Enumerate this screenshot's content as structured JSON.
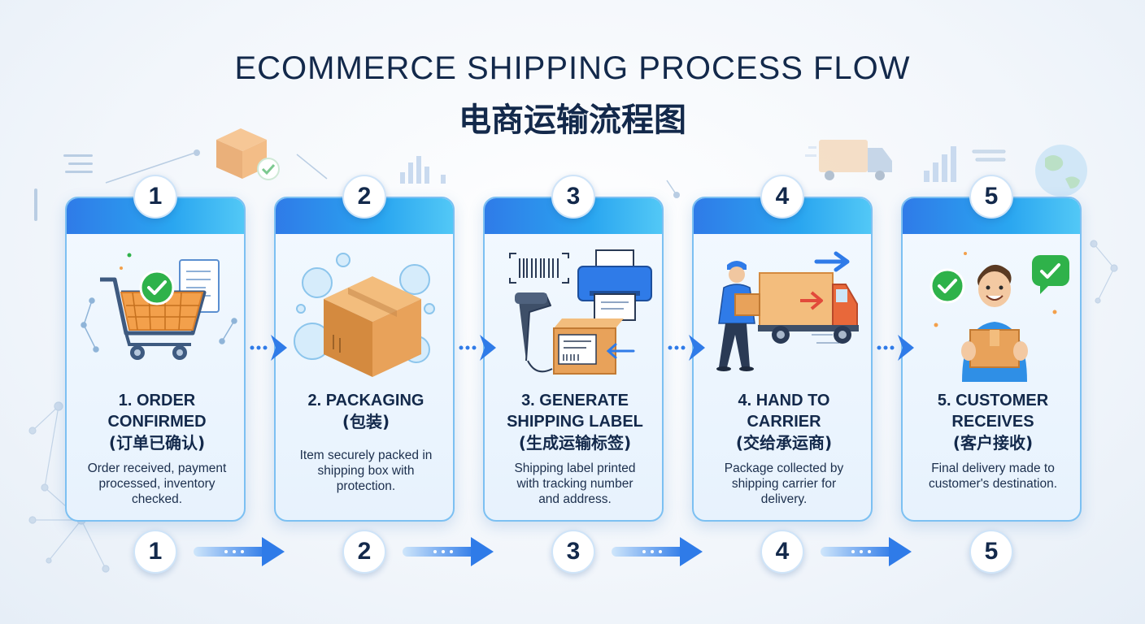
{
  "title_en": "ECOMMERCE SHIPPING PROCESS FLOW",
  "title_zh": "电商运输流程图",
  "colors": {
    "primary_blue": "#2f7be8",
    "light_blue": "#52c8f6",
    "navy": "#13294b",
    "check_green": "#2fb24a",
    "box_orange": "#e6a05a"
  },
  "steps": [
    {
      "number": "1",
      "heading_lines": [
        "1. ORDER",
        "CONFIRMED"
      ],
      "subtitle": "(订单已确认)",
      "description_lines": [
        "Order received, payment",
        "processed, inventory",
        "checked."
      ],
      "icon": "shopping-cart-check-icon"
    },
    {
      "number": "2",
      "heading_lines": [
        "2. PACKAGING"
      ],
      "subtitle": "(包装)",
      "description_lines": [
        "Item securely packed in",
        "shipping box with",
        "protection."
      ],
      "icon": "cardboard-box-bubbles-icon"
    },
    {
      "number": "3",
      "heading_lines": [
        "3. GENERATE",
        "SHIPPING LABEL"
      ],
      "subtitle": "(生成运输标签)",
      "description_lines": [
        "Shipping label printed",
        "with tracking number",
        "and address."
      ],
      "icon": "printer-barcode-label-icon"
    },
    {
      "number": "4",
      "heading_lines": [
        "4. HAND TO",
        "CARRIER"
      ],
      "subtitle": "(交给承运商)",
      "description_lines": [
        "Package collected by",
        "shipping carrier for",
        "delivery."
      ],
      "icon": "delivery-truck-courier-icon"
    },
    {
      "number": "5",
      "heading_lines": [
        "5. CUSTOMER",
        "RECEIVES"
      ],
      "subtitle": "(客户接收)",
      "description_lines": [
        "Final delivery made to",
        "customer's destination."
      ],
      "icon": "customer-receives-package-icon"
    }
  ]
}
